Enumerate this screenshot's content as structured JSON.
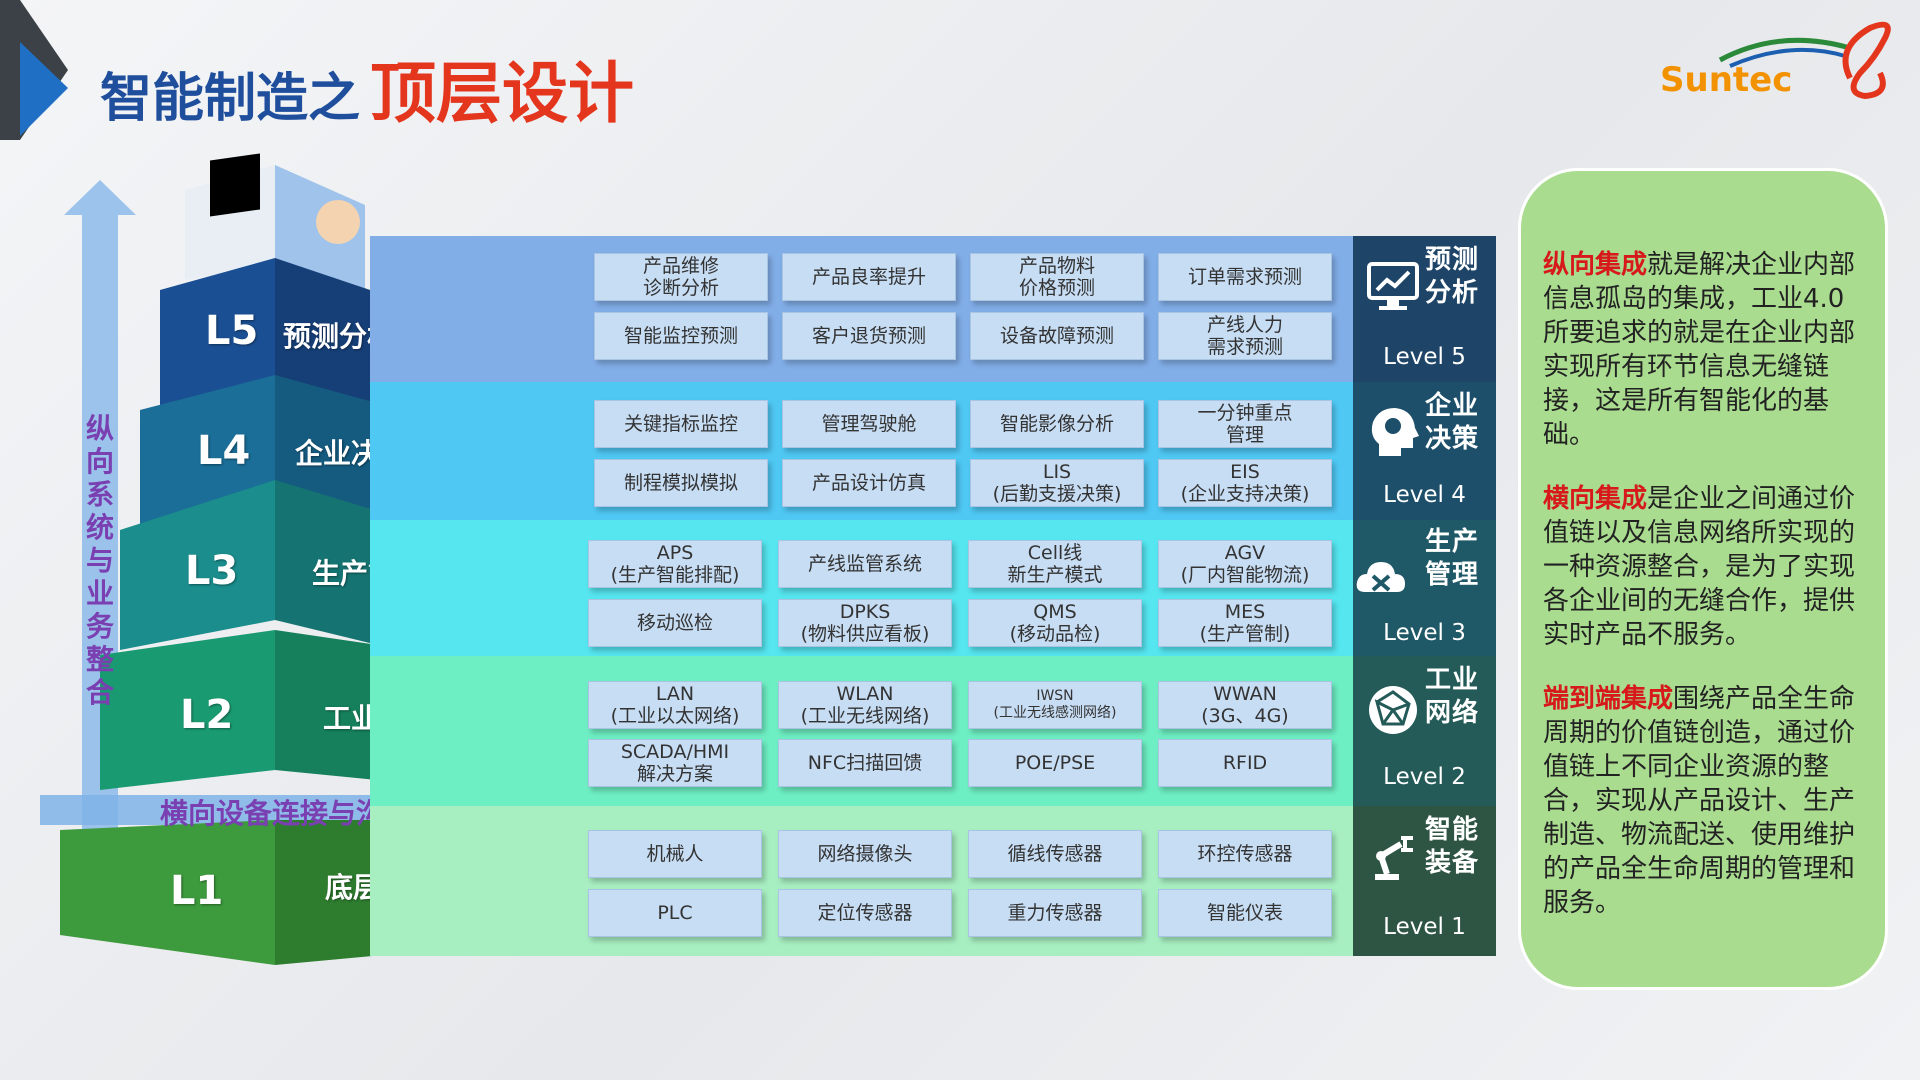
{
  "title": {
    "part1": "智能制造之",
    "part2": "顶层设计"
  },
  "logo": {
    "text": "Suntec"
  },
  "pyramid": [
    {
      "code": "L5",
      "name": "预测分析"
    },
    {
      "code": "L4",
      "name": "企业决策"
    },
    {
      "code": "L3",
      "name": "生产管理"
    },
    {
      "code": "L2",
      "name": "工业网络"
    },
    {
      "code": "L1",
      "name": "底层智能设备"
    }
  ],
  "vertical_label": "纵向系统与业务整合",
  "horizontal_label": "横向设备连接与沟通",
  "grid": {
    "L5": [
      "产品维修\n诊断分析",
      "产品良率提升",
      "产品物料\n价格预测",
      "订单需求预测",
      "智能监控预测",
      "客户退货预测",
      "设备故障预测",
      "产线人力\n需求预测"
    ],
    "L4": [
      "关键指标监控",
      "管理驾驶舱",
      "智能影像分析",
      "一分钟重点\n管理",
      "制程模拟模拟",
      "产品设计仿真",
      "LIS\n(后勤支援决策)",
      "EIS\n(企业支持决策)"
    ],
    "L3": [
      "APS\n(生产智能排配)",
      "产线监管系统",
      "Cell线\n新生产模式",
      "AGV\n(厂内智能物流)",
      "移动巡检",
      "DPKS\n(物料供应看板)",
      "QMS\n(移动品检)",
      "MES\n(生产管制)"
    ],
    "L2": [
      "LAN\n(工业以太网络)",
      "WLAN\n(工业无线网络)",
      "IWSN\n(工业无线感测网络)",
      "WWAN\n(3G、4G)",
      "SCADA/HMI\n解决方案",
      "NFC扫描回馈",
      "POE/PSE",
      "RFID"
    ],
    "L1": [
      "机械人",
      "网络摄像头",
      "循线传感器",
      "环控传感器",
      "PLC",
      "定位传感器",
      "重力传感器",
      "智能仪表"
    ]
  },
  "levels": [
    {
      "name": "预测\n分析",
      "level": "Level 5",
      "icon": "chart-monitor-icon"
    },
    {
      "name": "企业\n决策",
      "level": "Level 4",
      "icon": "head-bulb-icon"
    },
    {
      "name": "生产\n管理",
      "level": "Level 3",
      "icon": "cloud-tools-icon"
    },
    {
      "name": "工业\n网络",
      "level": "Level 2",
      "icon": "network-globe-icon"
    },
    {
      "name": "智能\n装备",
      "level": "Level 1",
      "icon": "robot-arm-icon"
    }
  ],
  "side_panel": [
    {
      "highlight": "纵向集成",
      "text": "就是解决企业内部信息孤岛的集成，工业4.0所要追求的就是在企业内部实现所有环节信息无缝链接，这是所有智能化的基础。"
    },
    {
      "highlight": "横向集成",
      "text": "是企业之间通过价值链以及信息网络所实现的一种资源整合，是为了实现各企业间的无缝合作，提供实时产品不服务。"
    },
    {
      "highlight": "端到端集成",
      "text": "围绕产品全生命周期的价值链创造，通过价值链上不同企业资源的整合，实现从产品设计、生产制造、物流配送、使用维护的产品全生命周期的管理和服务。"
    }
  ],
  "colors": {
    "title_blue": "#1f4e9c",
    "title_red": "#e3361d",
    "logo_orange": "#f39200",
    "label_purple": "#7a3fb0",
    "highlight_red": "#d7191c",
    "panel_green": "#a9dc8f"
  }
}
